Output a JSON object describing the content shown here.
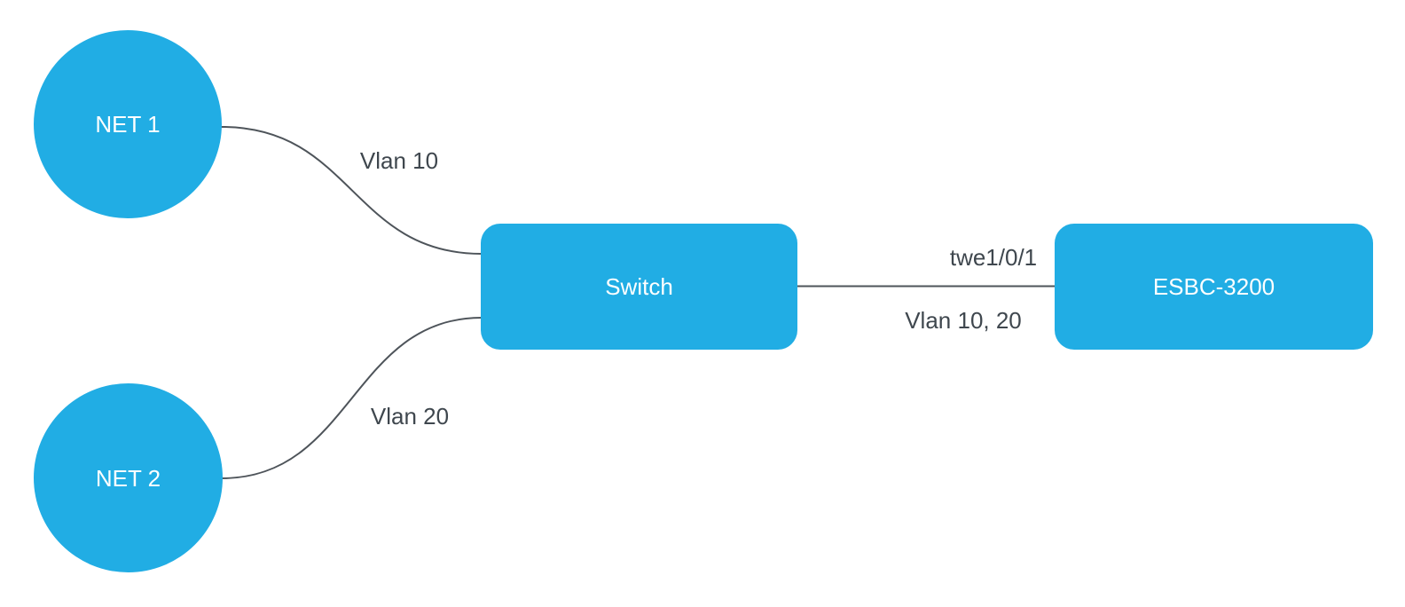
{
  "diagram": {
    "nodes": [
      {
        "id": "net1",
        "label": "NET 1",
        "shape": "circle"
      },
      {
        "id": "net2",
        "label": "NET 2",
        "shape": "circle"
      },
      {
        "id": "switch",
        "label": "Switch",
        "shape": "rounded-rectangle"
      },
      {
        "id": "esbc",
        "label": "ESBC-3200",
        "shape": "rounded-rectangle"
      }
    ],
    "edges": [
      {
        "from": "NET 1",
        "to": "Switch",
        "label": "Vlan 10"
      },
      {
        "from": "NET 2",
        "to": "Switch",
        "label": "Vlan 20"
      },
      {
        "from": "Switch",
        "to": "ESBC-3200",
        "label_top": "twe1/0/1",
        "label_bottom": "Vlan 10, 20"
      }
    ],
    "colors": {
      "node_fill": "#21ade4",
      "node_text": "#ffffff",
      "edge_stroke": "#4e545a",
      "edge_label_text": "#3f474e",
      "background": "#ffffff"
    }
  }
}
